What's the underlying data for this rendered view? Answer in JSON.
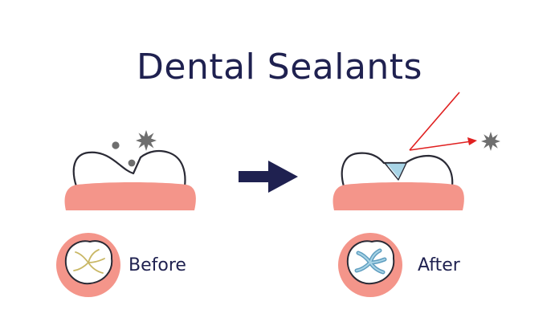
{
  "title": "Dental Sealants",
  "labels": {
    "before": "Before",
    "after": "After"
  },
  "colors": {
    "title": "#1f2150",
    "gum": "#f4958a",
    "tooth_outline": "#2a2a35",
    "arrow": "#1f2150",
    "sealant": "#a8d4e6",
    "laser": "#e02020",
    "particle": "#6e6e6e",
    "groove_before": "#c9b765",
    "groove_after": "#5f9ec0"
  }
}
